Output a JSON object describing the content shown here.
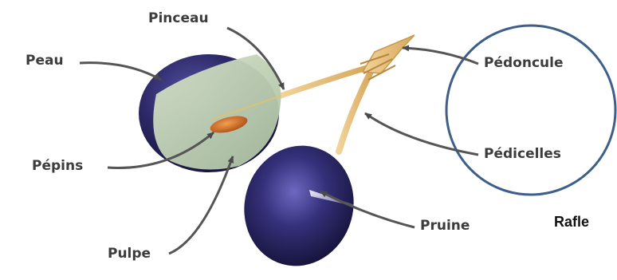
{
  "labels": {
    "pinceau": "Pinceau",
    "peau": "Peau",
    "pepins": "Pépins",
    "pulpe": "Pulpe",
    "pedoncule": "Pédoncule",
    "pedicelles": "Pédicelles",
    "pruine": "Pruine",
    "rafle": "Rafle"
  },
  "colors": {
    "berry_skin": "#2a2660",
    "berry_highlight": "#6a64b8",
    "pulp": "#c8d8b8",
    "seed": "#c8621e",
    "stem": "#e8c27a",
    "arrow": "#555555",
    "circle": "#3e5f8a"
  }
}
